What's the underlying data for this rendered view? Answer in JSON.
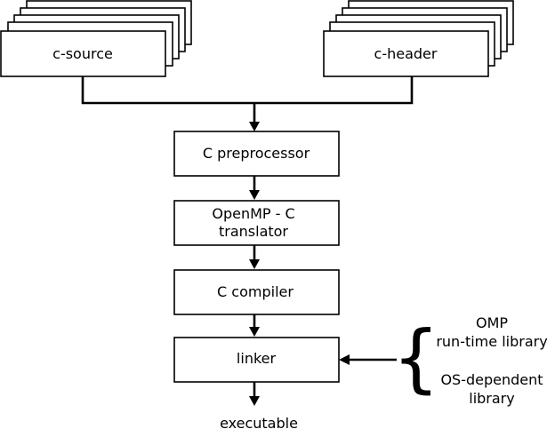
{
  "inputs": {
    "source_label": "c-source",
    "header_label": "c-header"
  },
  "pipeline": {
    "preprocessor_label": "C preprocessor",
    "translator_line1": "OpenMP - C",
    "translator_line2": "translator",
    "compiler_label": "C compiler",
    "linker_label": "linker",
    "output_label": "executable"
  },
  "libraries": {
    "omp_line1": "OMP",
    "omp_line2": "run-time library",
    "os_line1": "OS-dependent",
    "os_line2": "library",
    "brace_glyph": "{"
  }
}
